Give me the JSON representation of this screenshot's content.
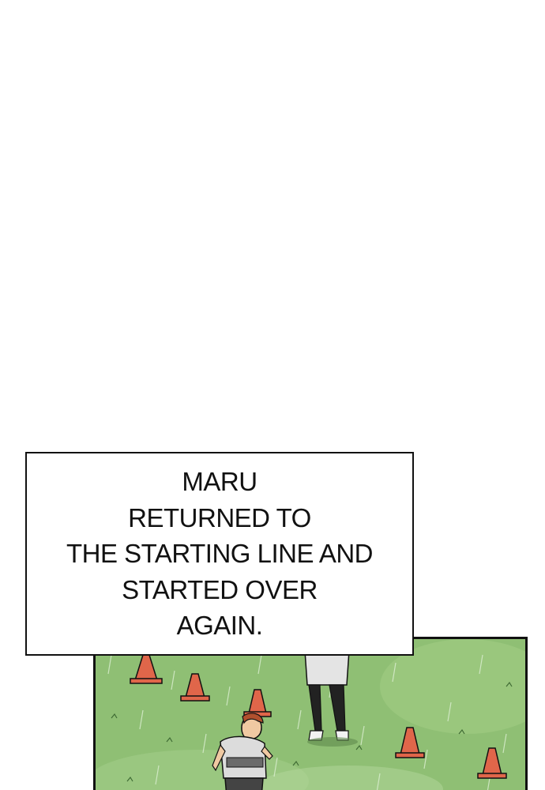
{
  "caption": {
    "lines": [
      "MARU",
      "RETURNED TO",
      "THE STARTING LINE AND",
      "STARTED OVER",
      "AGAIN."
    ]
  },
  "panel": {
    "scene": "rainy grass field with traffic cones and two runners",
    "colors": {
      "grass": "#8fbf74",
      "grass_light": "#a9d08d",
      "cone": "#e0664a",
      "cone_dark": "#a8402d",
      "rain": "#d6e9cc",
      "outline": "#111111"
    }
  }
}
